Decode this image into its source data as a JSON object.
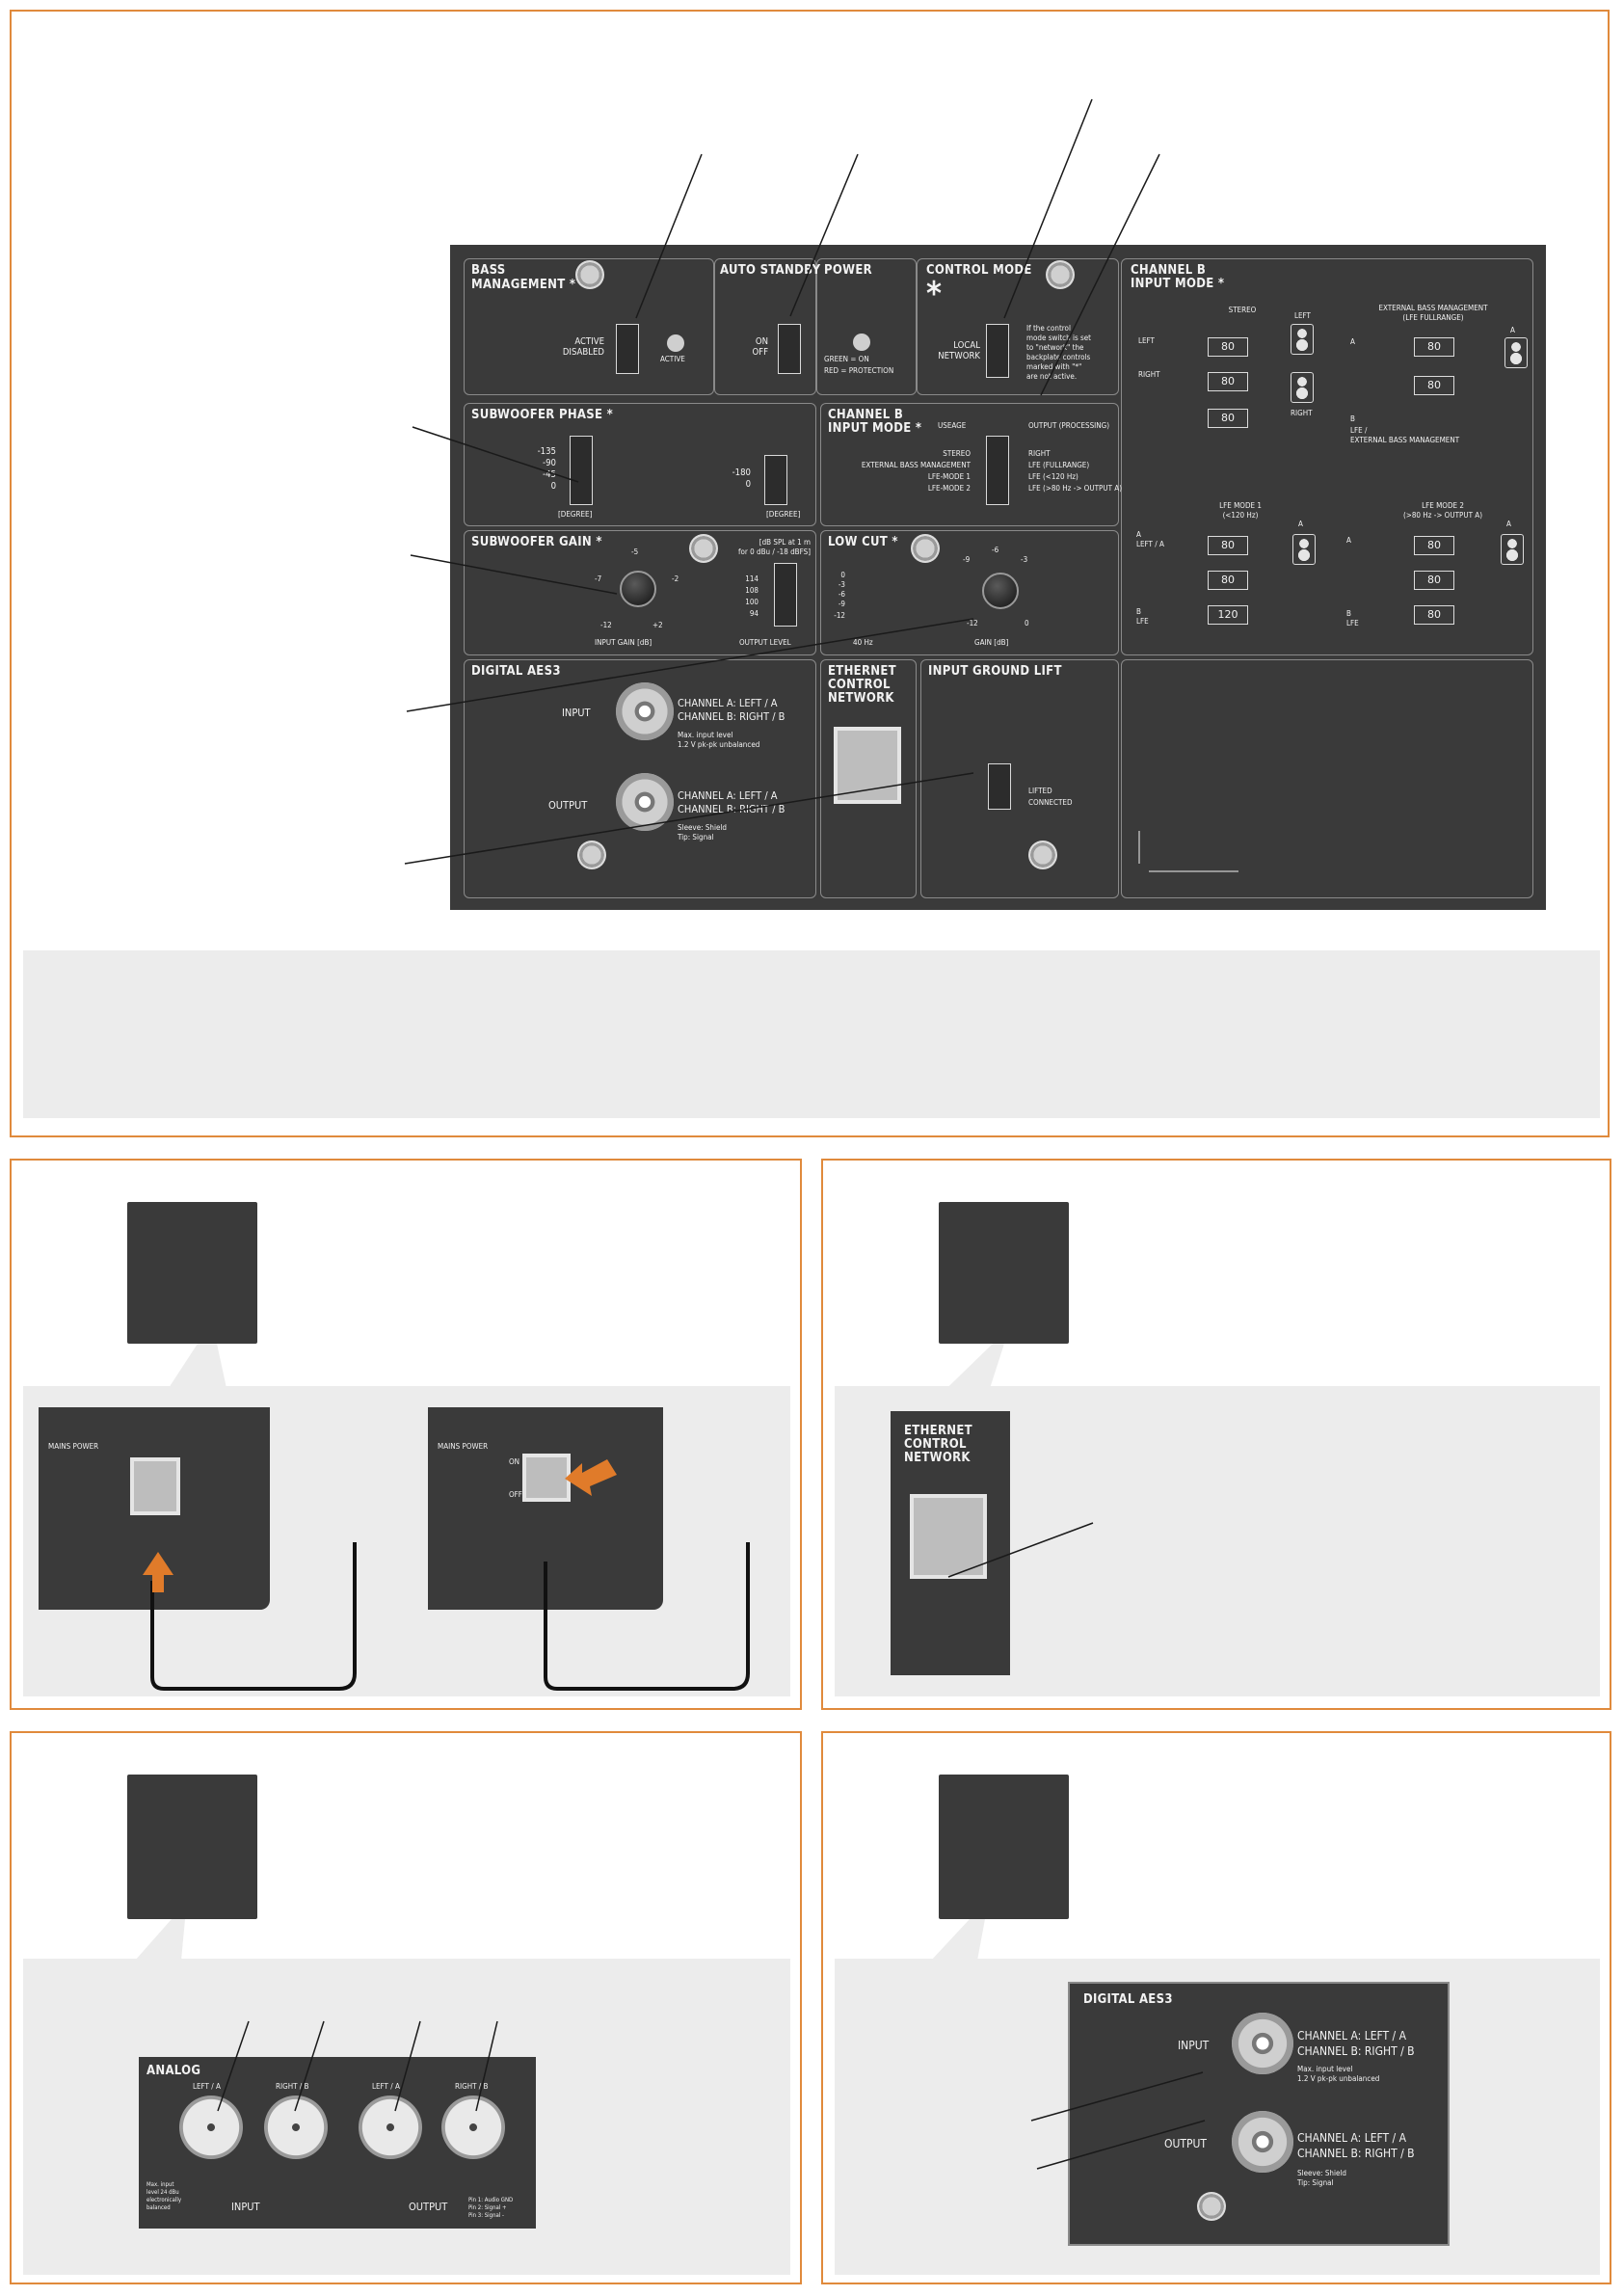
{
  "panel": {
    "bass_management": {
      "title": "BASS",
      "title2": "MANAGEMENT *",
      "opt_active": "ACTIVE",
      "opt_disabled": "DISABLED",
      "led_label": "ACTIVE"
    },
    "auto_standby": {
      "title": "AUTO STANDBY",
      "opt_on": "ON",
      "opt_off": "OFF"
    },
    "power": {
      "title": "POWER",
      "note1": "GREEN = ON",
      "note2": "RED = PROTECTION"
    },
    "control_mode": {
      "title": "CONTROL MODE",
      "star": "*",
      "opt_local": "LOCAL",
      "opt_network": "NETWORK",
      "note": [
        "If the control",
        "mode switch is set",
        "to \"network\" the",
        "backplate controls",
        "marked with \"*\"",
        "are not active."
      ]
    },
    "channel_b_right": {
      "title": "CHANNEL B",
      "title2": "INPUT MODE *",
      "stereo": "STEREO",
      "ext_bm": "EXTERNAL BASS MANAGEMENT",
      "ext_bm2": "(LFE FULLRANGE)",
      "left": "LEFT",
      "right": "RIGHT",
      "left_spk": "LEFT",
      "right_spk": "RIGHT",
      "a": "A",
      "b": "B",
      "lfe_ext": "LFE /",
      "lfe_ext2": "EXTERNAL BASS MANAGEMENT",
      "lfe_mode1": "LFE MODE 1",
      "lfe_mode1b": "(<120 Hz)",
      "lfe_mode2": "LFE MODE 2",
      "lfe_mode2b": "(>80 Hz -> OUTPUT A)",
      "left_a": "LEFT / A",
      "lfe": "LFE",
      "b2": "B",
      "a2": "A",
      "a3": "A",
      "b3": "B",
      "lfe2": "LFE",
      "a4": "A",
      "box_80": "80",
      "box_120": "120"
    },
    "sub_phase": {
      "title": "SUBWOOFER PHASE *",
      "v1": "-135",
      "v2": "-90",
      "v3": "-45",
      "v4": "0",
      "deg1": "[DEGREE]",
      "r1": "-180",
      "r2": "0",
      "deg2": "[DEGREE]"
    },
    "channel_b_mid": {
      "title": "CHANNEL B",
      "title2": "INPUT MODE *",
      "usage": "USEAGE",
      "output": "OUTPUT (PROCESSING)",
      "u1": "STEREO",
      "u2": "EXTERNAL BASS MANAGEMENT",
      "u3": "LFE-MODE 1",
      "u4": "LFE-MODE 2",
      "o1": "RIGHT",
      "o2": "LFE (FULLRANGE)",
      "o3": "LFE (<120 Hz)",
      "o4": "LFE (>80 Hz -> OUTPUT A)"
    },
    "sub_gain": {
      "title": "SUBWOOFER GAIN *",
      "k_m5": "-5",
      "k_m7": "-7",
      "k_m2": "-2",
      "k_m12": "-12",
      "k_p2": "+2",
      "input_gain": "INPUT GAIN [dB]",
      "spl1": "[dB SPL at 1 m",
      "spl2": "for 0 dBu / -18 dBFS]",
      "l1": "114",
      "l2": "108",
      "l3": "100",
      "l4": "94",
      "output_level": "OUTPUT LEVEL"
    },
    "low_cut": {
      "title": "LOW CUT *",
      "c0": "0",
      "c1": "-3",
      "c2": "-6",
      "c3": "-9",
      "c4": "-12",
      "hz": "40 Hz",
      "k_m6": "-6",
      "k_m9": "-9",
      "k_m3": "-3",
      "k_m12": "-12",
      "k_0": "0",
      "gain": "GAIN [dB]"
    },
    "digital_aes3": {
      "title": "DIGITAL AES3",
      "input": "INPUT",
      "output": "OUTPUT",
      "ch_a": "CHANNEL A: LEFT / A",
      "ch_b": "CHANNEL B: RIGHT / B",
      "max1": "Max. input level",
      "max2": "1.2 V pk-pk unbalanced",
      "ch_a2": "CHANNEL A: LEFT / A",
      "ch_b2": "CHANNEL B: RIGHT / B",
      "sleeve": "Sleeve: Shield",
      "tip": "Tip: Signal"
    },
    "ethernet": {
      "t1": "ETHERNET",
      "t2": "CONTROL",
      "t3": "NETWORK"
    },
    "ground_lift": {
      "title": "INPUT GROUND LIFT",
      "opt_lifted": "LIFTED",
      "opt_connected": "CONNECTED"
    }
  },
  "mains": {
    "title": "MAINS POWER",
    "on": "ON",
    "off": "OFF"
  },
  "ethernet_detail": {
    "t1": "ETHERNET",
    "t2": "CONTROL",
    "t3": "NETWORK"
  },
  "analog": {
    "title": "ANALOG",
    "l1": "LEFT / A",
    "l2": "RIGHT / B",
    "l3": "LEFT / A",
    "l4": "RIGHT / B",
    "input": "INPUT",
    "output": "OUTPUT",
    "note1": "Max. input",
    "note2": "level 24 dBu",
    "note3": "electronically",
    "note4": "balanced",
    "pin1": "Pin 1: Audio GND",
    "pin2": "Pin 2: Signal +",
    "pin3": "Pin 3: Signal -"
  },
  "aes3_detail": {
    "title": "DIGITAL AES3",
    "input": "INPUT",
    "output": "OUTPUT",
    "ch_a": "CHANNEL A: LEFT / A",
    "ch_b": "CHANNEL B: RIGHT / B",
    "max1": "Max. input level",
    "max2": "1.2 V pk-pk unbalanced",
    "ch_a2": "CHANNEL A: LEFT / A",
    "ch_b2": "CHANNEL B: RIGHT / B",
    "sleeve": "Sleeve: Shield",
    "tip": "Tip: Signal"
  },
  "colors": {
    "frame": "#e08a3c",
    "panel": "#3a3a3a",
    "background": "#ececec",
    "arrow": "#e07b2a"
  }
}
